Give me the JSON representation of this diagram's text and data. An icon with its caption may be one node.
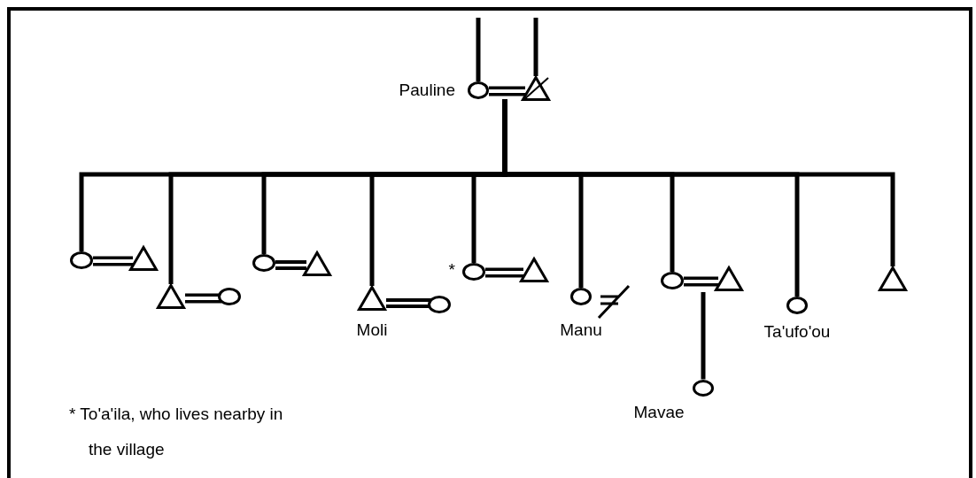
{
  "diagram": {
    "nodes": [
      {
        "text": [],
        "shape": "circle",
        "beside": [
          "Pauline"
        ]
      },
      {
        "text": [],
        "shape": "triangle"
      },
      {
        "text": [],
        "shape": "circle"
      },
      {
        "text": [],
        "shape": "triangle"
      },
      {
        "text": [],
        "shape": "triangle"
      },
      {
        "text": [],
        "shape": "circle"
      },
      {
        "text": [],
        "shape": "circle"
      },
      {
        "text": [],
        "shape": "triangle"
      },
      {
        "text": [],
        "shape": "triangle",
        "beside": [
          "Moli"
        ]
      },
      {
        "text": [],
        "shape": "circle"
      },
      {
        "text": [],
        "shape": "circle",
        "beside": [
          "*"
        ]
      },
      {
        "text": [],
        "shape": "triangle"
      },
      {
        "text": [],
        "shape": "circle",
        "beside": [
          "Manu"
        ]
      },
      {
        "text": [],
        "shape": "circle"
      },
      {
        "text": [],
        "shape": "triangle"
      },
      {
        "text": [],
        "shape": "circle",
        "beside": [
          "Ta'ufo'ou"
        ]
      },
      {
        "text": [],
        "shape": "triangle"
      },
      {
        "text": [],
        "shape": "circle",
        "beside": [
          "Mavae"
        ]
      }
    ],
    "edges": [
      {
        "from": null,
        "to": 0,
        "arrow": "none"
      },
      {
        "from": null,
        "to": 1,
        "arrow": "none"
      },
      {
        "from": 0,
        "to": 1,
        "arrow": "none"
      },
      {
        "from": null,
        "to": 2,
        "arrow": "none"
      },
      {
        "from": null,
        "to": 4,
        "arrow": "none"
      },
      {
        "from": null,
        "to": 6,
        "arrow": "none"
      },
      {
        "from": null,
        "to": 8,
        "arrow": "none"
      },
      {
        "from": null,
        "to": 10,
        "arrow": "none"
      },
      {
        "from": null,
        "to": 12,
        "arrow": "none"
      },
      {
        "from": null,
        "to": 13,
        "arrow": "none"
      },
      {
        "from": null,
        "to": 15,
        "arrow": "none"
      },
      {
        "from": null,
        "to": 16,
        "arrow": "none"
      },
      {
        "from": 2,
        "to": 3,
        "arrow": "none"
      },
      {
        "from": 4,
        "to": 5,
        "arrow": "none"
      },
      {
        "from": 6,
        "to": 7,
        "arrow": "none"
      },
      {
        "from": 8,
        "to": 9,
        "arrow": "none"
      },
      {
        "from": 10,
        "to": 11,
        "arrow": "none"
      },
      {
        "from": 12,
        "to": null,
        "arrow": "none"
      },
      {
        "from": 13,
        "to": 14,
        "arrow": "none"
      },
      {
        "from": null,
        "to": 17,
        "arrow": "none"
      }
    ],
    "labels": [
      "* To'a'ila, who lives nearby in the village"
    ]
  }
}
